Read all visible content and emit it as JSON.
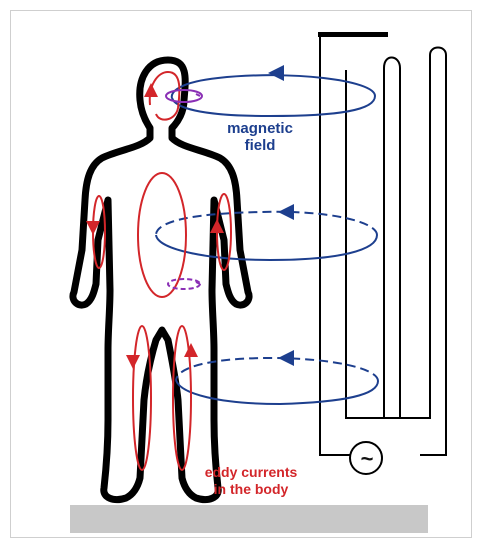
{
  "labels": {
    "magnetic_field": [
      "magnetic",
      "field"
    ],
    "eddy_currents": [
      "eddy currents",
      "in the body"
    ],
    "ac_source_symbol": "~"
  },
  "colors": {
    "field_lines": "#1d3f8e",
    "eddy_currents": "#d3262a",
    "small_loops": "#8a2fb5",
    "body_outline": "#000000",
    "floor": "#c8c8c8"
  }
}
